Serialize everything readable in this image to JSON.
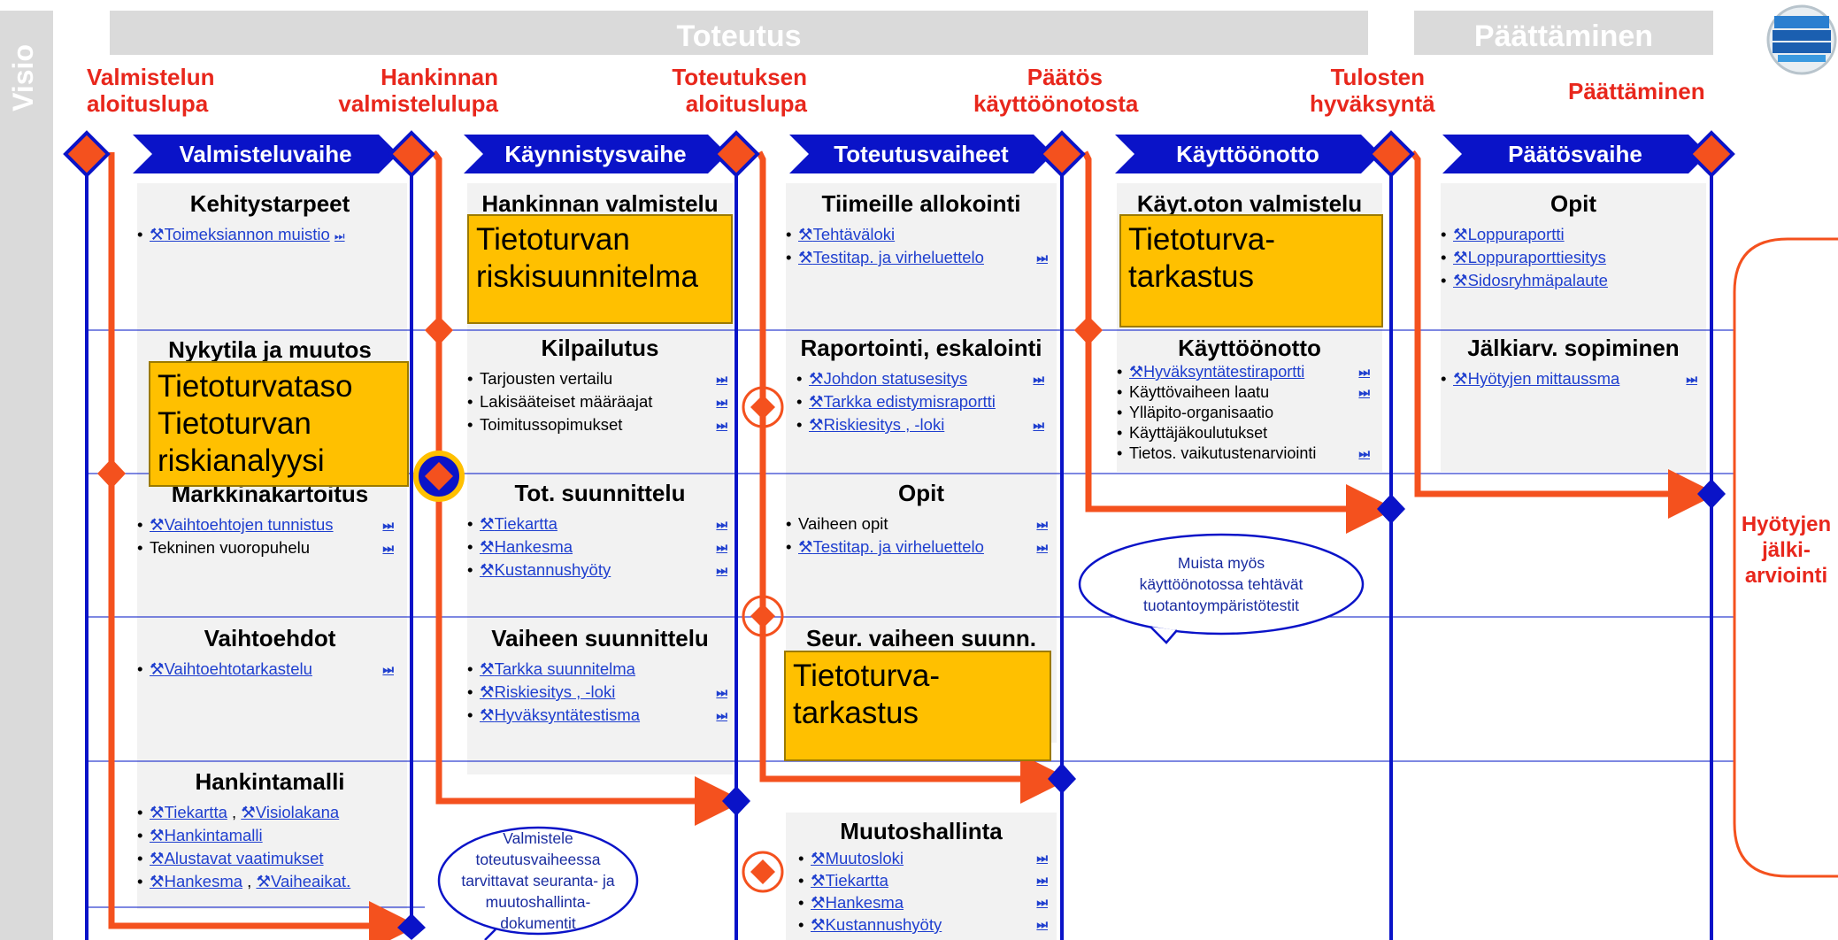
{
  "bands": {
    "visio": "Visio",
    "toteutus": "Toteutus",
    "paattaminen": "Päättäminen"
  },
  "milestones": [
    {
      "id": "valm",
      "line1": "Valmistelun",
      "line2": "aloituslupa"
    },
    {
      "id": "hank",
      "line1": "Hankinnan",
      "line2": "valmistelulupa"
    },
    {
      "id": "tot",
      "line1": "Toteutuksen",
      "line2": "aloituslupa"
    },
    {
      "id": "paatos",
      "line1": "Päätös",
      "line2": "käyttöönotosta"
    },
    {
      "id": "tulos",
      "line1": "Tulosten",
      "line2": "hyväksyntä"
    },
    {
      "id": "paatt",
      "line1": "Päättäminen",
      "line2": ""
    }
  ],
  "phases": [
    "Valmisteluvaihe",
    "Käynnistysvaihe",
    "Toteutusvaiheet",
    "Käyttöönotto",
    "Päätösvaihe"
  ],
  "sections": {
    "kehitys": {
      "title": "Kehitystarpeet",
      "items": [
        "Toimeksiannon muistio"
      ]
    },
    "nykytila": {
      "title": "Nykytila ja muutos"
    },
    "markkina": {
      "title": "Markkinakartoitus",
      "items": [
        "Vaihtoehtojen tunnistus",
        "Tekninen vuoropuhelu"
      ]
    },
    "vaihtoehdot": {
      "title": "Vaihtoehdot",
      "items": [
        "Vaihtoehtotarkastelu"
      ]
    },
    "hankintamalli": {
      "title": "Hankintamalli",
      "items": [
        [
          "Tiekartta",
          "Visiolakana"
        ],
        [
          "Hankintamalli"
        ],
        [
          "Alustavat vaatimukset"
        ],
        [
          "Hankesma",
          "Vaiheaikat."
        ]
      ]
    },
    "hankval": {
      "title": "Hankinnan valmistelu"
    },
    "kilpailutus": {
      "title": "Kilpailutus",
      "items": [
        "Tarjousten vertailu",
        "Lakisääteiset määräajat",
        "Toimitussopimukset"
      ]
    },
    "totsuun": {
      "title": "Tot. suunnittelu",
      "items": [
        "Tiekartta",
        "Hankesma",
        "Kustannushyöty"
      ]
    },
    "vaiheensuun": {
      "title": "Vaiheen suunnittelu",
      "items": [
        "Tarkka suunnitelma",
        "Riskiesitys , -loki",
        "Hyväksyntätestisma"
      ]
    },
    "tiimeille": {
      "title": "Tiimeille allokointi",
      "items": [
        "Tehtäväloki",
        "Testitap. ja virheluettelo"
      ]
    },
    "raportointi": {
      "title": "Raportointi, eskalointi",
      "items": [
        "Johdon statusesitys",
        "Tarkka edistymisraportti",
        "Riskiesitys , -loki"
      ]
    },
    "opit2": {
      "title": "Opit",
      "items": [
        "Vaiheen opit",
        "Testitap. ja virheluettelo"
      ]
    },
    "seur": {
      "title": "Seur. vaiheen suunn."
    },
    "muutos": {
      "title": "Muutoshallinta",
      "items": [
        "Muutosloki",
        "Tiekartta",
        "Hankesma",
        "Kustannushyöty"
      ]
    },
    "kaytoton": {
      "title": "Käyt.oton valmistelu"
    },
    "kayttoonotto": {
      "title": "Käyttöönotto",
      "items": [
        "Hyväksyntätestiraportti",
        "Käyttövaiheen laatu",
        "Ylläpito-organisaatio",
        "Käyttäjäkoulutukset",
        "Tietos. vaikutustenarviointi"
      ]
    },
    "opit5": {
      "title": "Opit",
      "items": [
        "Loppuraportti",
        "Loppuraporttiesitys",
        "Sidosryhmäpalaute"
      ]
    },
    "jalkiarv": {
      "title": "Jälkiarv. sopiminen",
      "items": [
        "Hyötyjen mittaussma"
      ]
    }
  },
  "yellow_boxes": {
    "riskisuunnitelma": [
      "Tietoturvan",
      "riskisuunnitelma"
    ],
    "tietoturvataso": [
      "Tietoturvataso",
      "Tietoturvan",
      "riskianalyysi"
    ],
    "tarkastus1": [
      "Tietoturva-",
      "tarkastus"
    ],
    "tarkastus2": [
      "Tietoturva-",
      "tarkastus"
    ]
  },
  "bubbles": {
    "valmistele": [
      "Valmistele",
      "toteutusvaiheessa",
      "tarvittavat seuranta- ja",
      "muutoshallinta-",
      "dokumentit"
    ],
    "muista": [
      "Muista myös",
      "käyttöönotossa tehtävät",
      "tuotantoympäristötestit"
    ]
  },
  "hyotyjen": [
    "Hyötyjen",
    "jälki-",
    "arviointi"
  ],
  "icons": {
    "tool": "hammer-wrench-icon",
    "next": "skip-forward-icon",
    "logo": "badge-logo-icon"
  },
  "colors": {
    "blue": "#0a13c8",
    "orange": "#f4511e",
    "red": "#e8271c",
    "yellow": "#ffc000",
    "grey": "#dadada"
  }
}
